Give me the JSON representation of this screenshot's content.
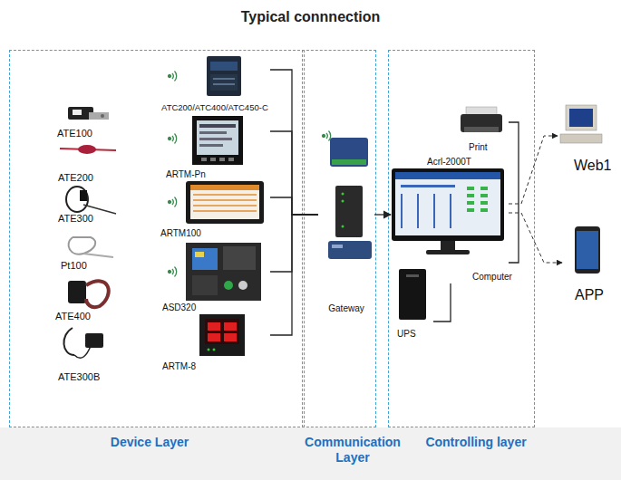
{
  "diagram": {
    "title": "Typical connnection",
    "nodes": [
      {
        "text": [
          "Device Layer"
        ]
      },
      {
        "text": [
          "ATE100"
        ],
        "in": 0
      },
      {
        "text": [
          "ATE200"
        ],
        "in": 0
      },
      {
        "text": [
          "ATE300"
        ],
        "in": 0
      },
      {
        "text": [
          "Pt100"
        ],
        "in": 0
      },
      {
        "text": [
          "ATE400"
        ],
        "in": 0
      },
      {
        "text": [
          "ATE300B"
        ],
        "in": 0
      },
      {
        "text": [
          "ATC200/ATC400/ATC450-C"
        ],
        "in": 0
      },
      {
        "text": [
          "ARTM-Pn"
        ],
        "in": 0
      },
      {
        "text": [
          "ARTM100"
        ],
        "in": 0
      },
      {
        "text": [
          "ASD320"
        ],
        "in": 0
      },
      {
        "text": [
          "ARTM-8"
        ],
        "in": 0
      },
      {
        "text": [
          "Communication Layer"
        ]
      },
      {
        "text": [
          "Gateway"
        ],
        "in": 12
      },
      {
        "text": [
          "Controlling layer"
        ]
      },
      {
        "text": [
          "Print"
        ],
        "in": 14
      },
      {
        "text": [
          "Acrl-2000T",
          "Computer"
        ],
        "in": 14
      },
      {
        "text": [
          "UPS"
        ],
        "in": 14
      },
      {
        "text": [
          "Web1"
        ]
      },
      {
        "text": [
          "APP"
        ]
      }
    ],
    "edges": [
      {
        "from": 7,
        "to": 13,
        "arrow": "none"
      },
      {
        "from": 8,
        "to": 13,
        "arrow": "none"
      },
      {
        "from": 9,
        "to": 13,
        "arrow": "none"
      },
      {
        "from": 10,
        "to": 13,
        "arrow": "none"
      },
      {
        "from": 11,
        "to": 13,
        "arrow": "none"
      },
      {
        "from": 13,
        "to": 16,
        "arrow": "to"
      },
      {
        "from": 15,
        "to": 16,
        "arrow": "none"
      },
      {
        "from": 17,
        "to": 16,
        "arrow": "none"
      },
      {
        "from": 16,
        "to": 18,
        "arrow": "to"
      },
      {
        "from": 16,
        "to": 19,
        "arrow": "to"
      }
    ]
  }
}
